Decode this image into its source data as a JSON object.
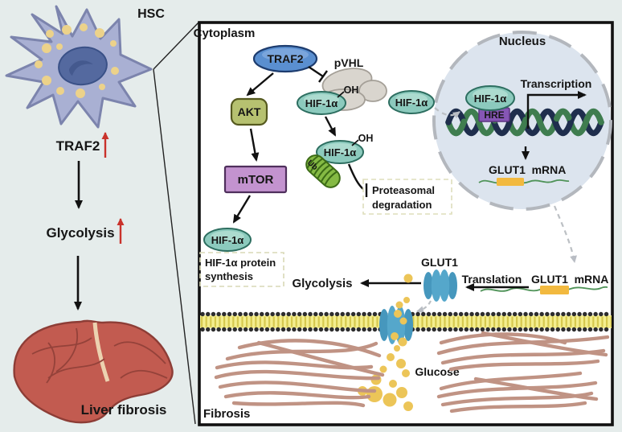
{
  "colors": {
    "red_accent": "#c9322b",
    "green_label": "#6cb33f",
    "fibrosis_text": "#bd8f80",
    "traf2_fill": "#5a8fd0",
    "akt_fill": "#b6c170",
    "mtor_fill": "#c393cf",
    "hif_fill": "#8ccabd",
    "hre_fill": "#8656b5",
    "glut1_fill": "#55a7cb",
    "glucose_fill": "#ecc558",
    "fiber_color": "#c09384"
  },
  "left_panel": {
    "hsc_label": "HSC",
    "traf2_label": "TRAF2",
    "glycolysis_label": "Glycolysis",
    "liver_label": "Liver fibrosis"
  },
  "panel": {
    "cytoplasm_label": "Cytoplasm",
    "nucleus_label": "Nucleus",
    "fibrosis_label": "Fibrosis",
    "traf2": "TRAF2",
    "pvhl": "pVHL",
    "akt": "AKT",
    "mtor": "mTOR",
    "hif1a": "HIF-1α",
    "oh": "OH",
    "ub": "Ub",
    "hre": "HRE",
    "synthesis_line1": "HIF-1α protein",
    "synthesis_line2": "synthesis",
    "degradation_line1": "Proteasomal",
    "degradation_line2": "degradation",
    "transcription": "Transcription",
    "translation": "Translation",
    "glut1": "GLUT1",
    "mrna": "mRNA",
    "glycolysis": "Glycolysis",
    "glucose": "Glucose"
  }
}
